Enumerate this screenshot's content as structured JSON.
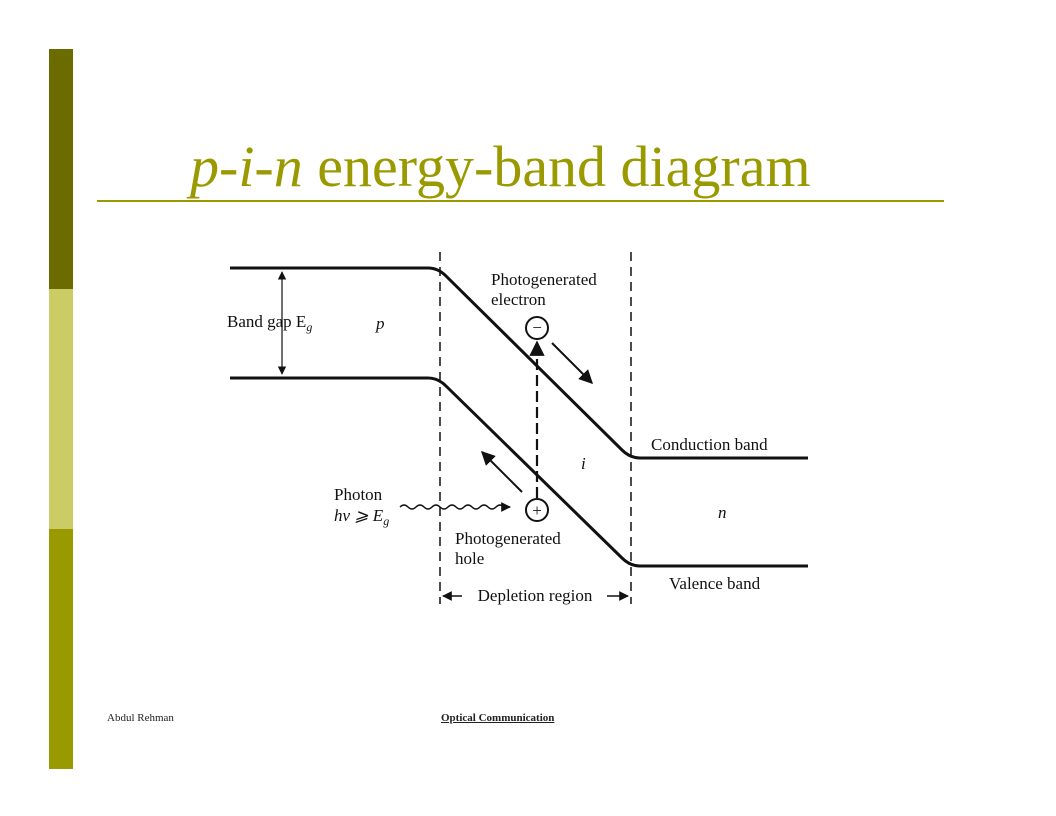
{
  "slide": {
    "title_prefix": "p-i-n",
    "title_rest": " energy-band diagram",
    "accent_color": "#9a9a00",
    "sidebar_colors": [
      "#6b6b00",
      "#cccc66",
      "#999900"
    ]
  },
  "diagram": {
    "band_gap_label": "Band gap E",
    "band_gap_subscript": "g",
    "p_label": "p",
    "i_label": "i",
    "n_label": "n",
    "photogen_electron_line1": "Photogenerated",
    "photogen_electron_line2": "electron",
    "photogen_hole_line1": "Photogenerated",
    "photogen_hole_line2": "hole",
    "photon_line1": "Photon",
    "photon_line2": "hν ⩾ E",
    "photon_subscript": "g",
    "conduction_band": "Conduction band",
    "valence_band": "Valence band",
    "depletion_region": "Depletion region",
    "electron_symbol": "−",
    "hole_symbol": "+"
  },
  "footer": {
    "author": "Abdul Rehman",
    "course": "Optical Communication"
  }
}
